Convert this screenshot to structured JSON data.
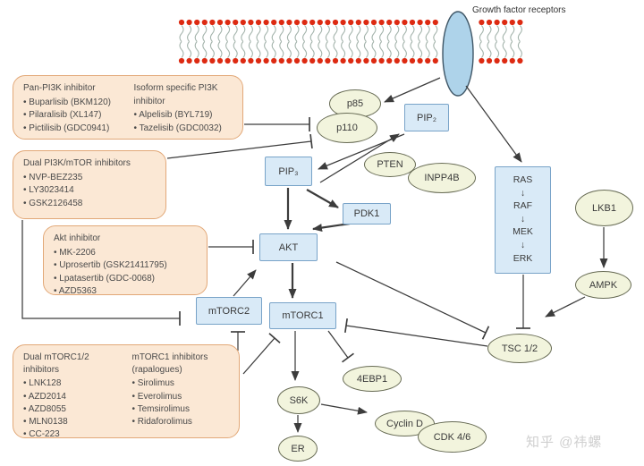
{
  "membrane": {
    "label": "Growth factor receptors"
  },
  "nodes": {
    "p85": "p85",
    "p110": "p110",
    "pip2": "PIP₂",
    "pip3": "PIP₃",
    "pten": "PTEN",
    "inpp4b": "INPP4B",
    "pdk1": "PDK1",
    "akt": "AKT",
    "mtorc2": "mTORC2",
    "mtorc1": "mTORC1",
    "lkb1": "LKB1",
    "ampk": "AMPK",
    "tsc12": "TSC 1/2",
    "4ebp1": "4EBP1",
    "s6k": "S6K",
    "er": "ER",
    "cyclin_d": "Cyclin D",
    "cdk46": "CDK 4/6"
  },
  "cascade": [
    "RAS",
    "↓",
    "RAF",
    "↓",
    "MEK",
    "↓",
    "ERK"
  ],
  "boxes": {
    "pan_pi3k": {
      "col1": {
        "title": "Pan-PI3K inhibitor",
        "items": [
          "Buparlisib (BKM120)",
          "Pilaralisib (XL147)",
          "Pictilisib (GDC0941)"
        ]
      },
      "col2": {
        "title": "Isoform specific PI3K inhibitor",
        "items": [
          "Alpelisib (BYL719)",
          "Tazelisib (GDC0032)"
        ]
      }
    },
    "dual_pi3k_mtor": {
      "title": "Dual PI3K/mTOR inhibitors",
      "items": [
        "NVP-BEZ235",
        "LY3023414",
        "GSK2126458"
      ]
    },
    "akt_inhibitor": {
      "title": "Akt inhibitor",
      "items": [
        "MK-2206",
        "Uprosertib (GSK21411795)",
        "Lpatasertib (GDC-0068)",
        "AZD5363"
      ]
    },
    "dual_mtorc12": {
      "col1": {
        "title": "Dual mTORC1/2 inhibitors",
        "items": [
          "LNK128",
          "AZD2014",
          "AZD8055",
          "MLN0138",
          "CC-223"
        ]
      },
      "col2": {
        "title": "mTORC1 inhibitors (rapalogues)",
        "items": [
          "Sirolimus",
          "Everolimus",
          "Temsirolimus",
          "Ridaforolimus"
        ]
      }
    }
  },
  "watermark": "知乎 @祎螺",
  "colors": {
    "line": "#3c3c3c",
    "peach_fill": "#fbe8d5",
    "peach_border": "#e2a878",
    "blue_fill": "#d9eaf7",
    "blue_border": "#78a3c8",
    "ellipse_fill": "#f2f4dd",
    "ellipse_border": "#676b54",
    "receptor_fill": "#aed3ea",
    "receptor_border": "#3f5666",
    "membrane_head": "#dd2a12",
    "membrane_tail": "#a3b3ab"
  },
  "edges": [
    {
      "from": "growth-factor-receptor",
      "to": "p85",
      "type": "arrow",
      "points": [
        492,
        87,
        430,
        114
      ]
    },
    {
      "from": "growth-factor-receptor",
      "to": "ras-cascade",
      "type": "arrow",
      "points": [
        521,
        96,
        583,
        181
      ]
    },
    {
      "from": "pip2",
      "to": "pip3",
      "type": "arrow",
      "points": [
        452,
        150,
        356,
        189
      ]
    },
    {
      "from": "pip3",
      "to": "pip2",
      "type": "arrow",
      "points": [
        358,
        204,
        446,
        150
      ]
    },
    {
      "from": "pip3",
      "to": "akt",
      "type": "arrow",
      "points": [
        322,
        210,
        322,
        256
      ],
      "w": 2.2
    },
    {
      "from": "pip3",
      "to": "pdk1",
      "type": "arrow",
      "points": [
        343,
        212,
        378,
        232
      ],
      "w": 2.2
    },
    {
      "from": "pdk1",
      "to": "akt",
      "type": "arrow",
      "points": [
        391,
        250,
        350,
        256
      ],
      "w": 2.2
    },
    {
      "from": "akt",
      "to": "mtorc1",
      "type": "arrow",
      "points": [
        327,
        294,
        327,
        333
      ],
      "w": 2.2
    },
    {
      "from": "mtorc2",
      "to": "akt",
      "type": "arrow",
      "points": [
        261,
        331,
        286,
        302
      ]
    },
    {
      "from": "akt",
      "to": "tsc12",
      "type": "tbar",
      "points": [
        376,
        293,
        543,
        372
      ]
    },
    {
      "from": "tsc12",
      "to": "mtorc1",
      "type": "tbar",
      "points": [
        545,
        387,
        387,
        364
      ]
    },
    {
      "from": "mtorc1",
      "to": "s6k",
      "type": "arrow",
      "points": [
        330,
        370,
        330,
        425
      ]
    },
    {
      "from": "mtorc1",
      "to": "4ebp1",
      "type": "tbar",
      "points": [
        367,
        370,
        389,
        400
      ]
    },
    {
      "from": "s6k",
      "to": "er",
      "type": "arrow",
      "points": [
        333,
        464,
        333,
        483
      ]
    },
    {
      "from": "s6k",
      "to": "cyclin-d",
      "type": "arrow",
      "points": [
        359,
        452,
        410,
        461
      ]
    },
    {
      "from": "lkb1",
      "to": "ampk",
      "type": "arrow",
      "points": [
        675,
        254,
        675,
        299
      ]
    },
    {
      "from": "ampk",
      "to": "tsc12",
      "type": "arrow",
      "points": [
        654,
        332,
        610,
        354
      ]
    },
    {
      "from": "erk",
      "to": "tsc12",
      "type": "tbar",
      "points": [
        585,
        307,
        585,
        367
      ]
    },
    {
      "from": "pan-pi3k-box",
      "to": "p110",
      "type": "tbar",
      "points": [
        273,
        139,
        346,
        139
      ]
    },
    {
      "from": "dual-pi3k-mtor-box",
      "to": "p110",
      "type": "tbar",
      "points": [
        187,
        177,
        348,
        158
      ]
    },
    {
      "from": "dual-pi3k-mtor-box",
      "to": "mtorc2",
      "type": "tbar",
      "points": [
        25,
        246,
        25,
        356,
        201,
        356
      ]
    },
    {
      "from": "dual-mtorc12-box",
      "to": "mtorc2",
      "type": "tbar",
      "points": [
        266,
        392,
        266,
        371
      ]
    },
    {
      "from": "dual-mtorc12-box",
      "to": "mtorc1",
      "type": "tbar",
      "points": [
        272,
        418,
        307,
        378
      ]
    },
    {
      "from": "akt-inhibitor-box",
      "to": "akt",
      "type": "tbar",
      "points": [
        233,
        276,
        283,
        276
      ]
    }
  ]
}
